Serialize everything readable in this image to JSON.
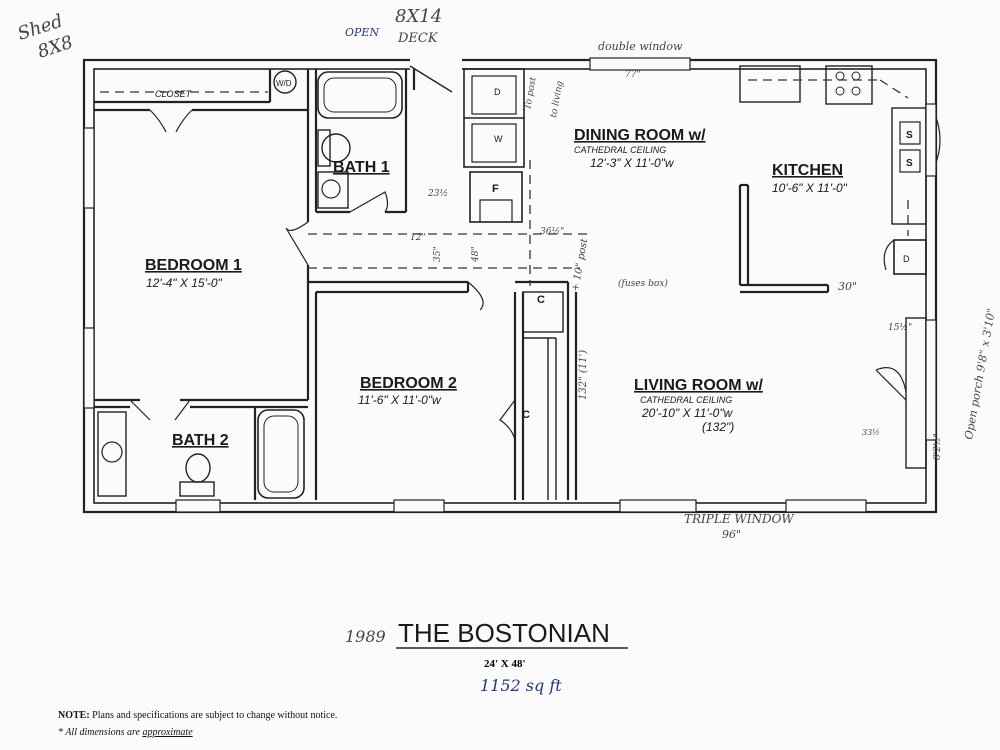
{
  "rooms": {
    "bedroom1": {
      "name": "BEDROOM 1",
      "dims": "12'-4\" X 15'-0\""
    },
    "bedroom2": {
      "name": "BEDROOM 2",
      "dims": "11'-6\" X 11'-0\"w"
    },
    "bath1": {
      "name": "BATH 1"
    },
    "bath2": {
      "name": "BATH 2"
    },
    "dining": {
      "name": "DINING ROOM w/",
      "sub": "CATHEDRAL CEILING",
      "dims": "12'-3\" X 11'-0\"w"
    },
    "kitchen": {
      "name": "KITCHEN",
      "dims": "10'-6\" X 11'-0\""
    },
    "living": {
      "name": "LIVING ROOM w/",
      "sub": "CATHEDRAL CEILING",
      "dims": "20'-10\" X 11'-0\"w",
      "extra": "(132\")"
    }
  },
  "labels": {
    "closet": "CLOSET",
    "washer_dryer": "W/D",
    "fireplace": "F",
    "closet_c1": "C",
    "closet_c2": "C",
    "dryer_box": "D",
    "water_heater": "W",
    "range_s1": "S",
    "range_s2": "S",
    "pantry_d": "D"
  },
  "annotations": {
    "shed": "Shed",
    "shed_size": "8X8",
    "open": "OPEN",
    "deck_size": "8X14",
    "deck": "DECK",
    "double_window": "double window",
    "double_window_size": "77\"",
    "to_post": "To post",
    "to_living": "to living",
    "w23": "23½",
    "w12": "12\"",
    "w35": "35\"",
    "w48": "48\"",
    "w36": "36½\"",
    "post": "+ 10\" post",
    "fuse_box": "(fuses box)",
    "w132": "132\" (11')",
    "w30": "30\"",
    "w15": "15½\"",
    "w33": "33½",
    "w82": "8'2½\"",
    "opening": "Open porch 9'8\" x 3'10\"",
    "triple_window": "TRIPLE WINDOW",
    "triple_window_size": "96\""
  },
  "title": {
    "year": "1989",
    "name": "THE BOSTONIAN",
    "size": "24' X 48'",
    "sqft": "1152 sq ft"
  },
  "notes": {
    "note_label": "NOTE:",
    "note_text": "Plans and specifications are subject to change without notice.",
    "approx_prefix": "* All dimensions are ",
    "approx_word": "approximate"
  }
}
